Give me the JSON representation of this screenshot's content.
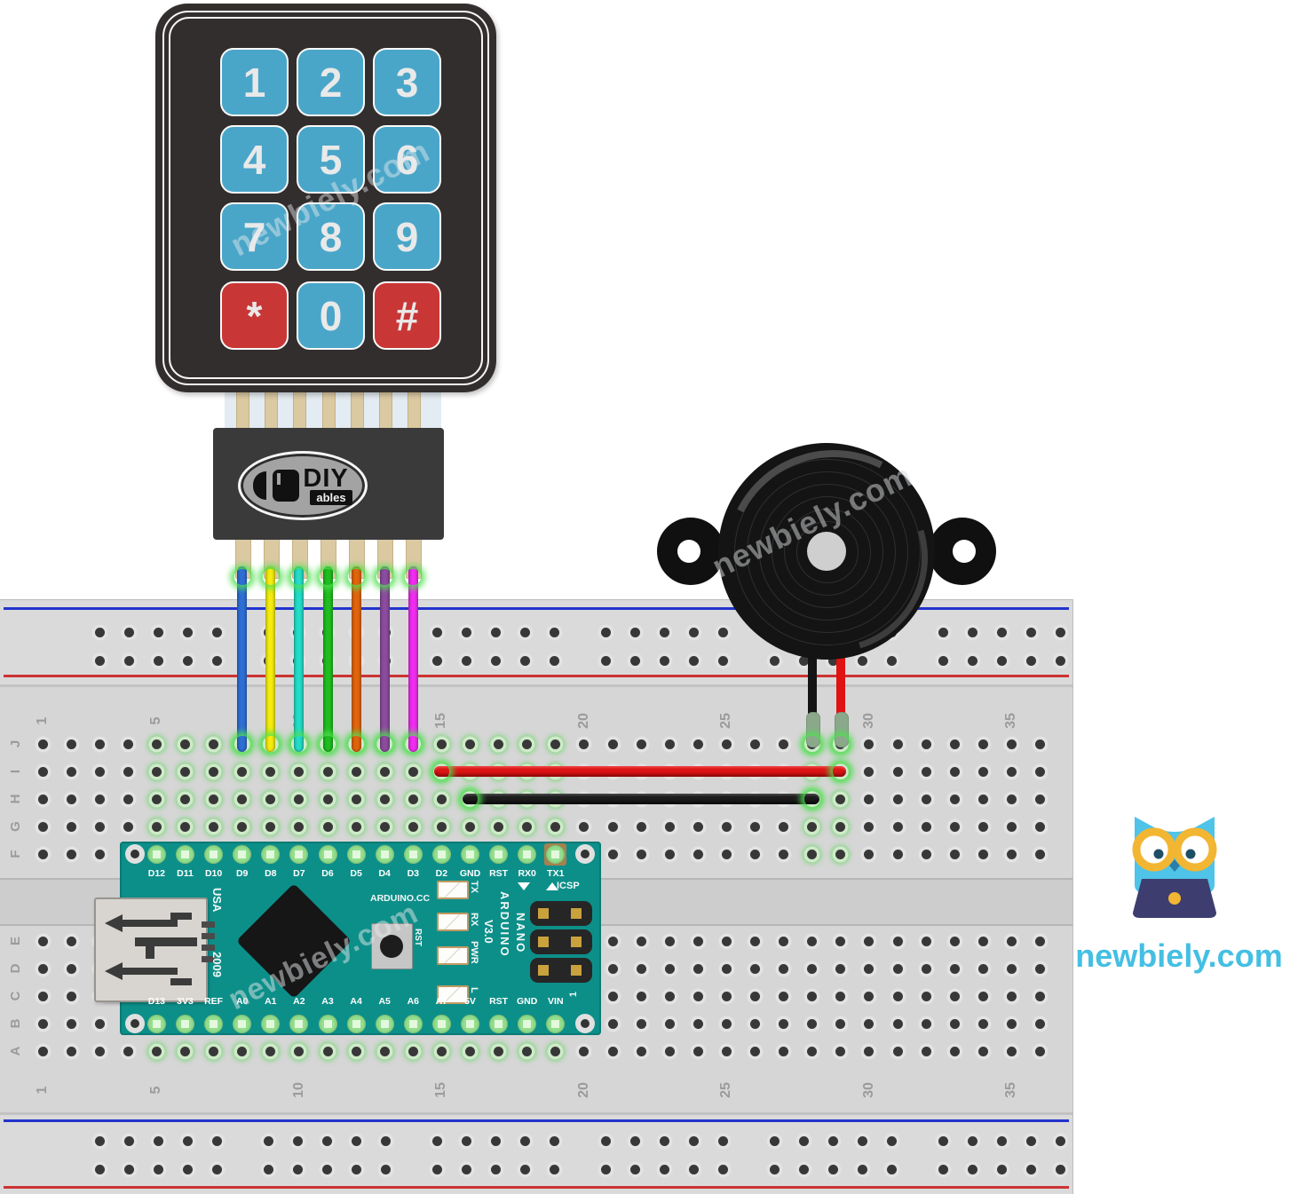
{
  "watermark_text": "newbiely.com",
  "logo": {
    "site": "newbiely.com"
  },
  "keypad": {
    "keys": [
      "1",
      "2",
      "3",
      "4",
      "5",
      "6",
      "7",
      "8",
      "9",
      "*",
      "0",
      "#"
    ],
    "special_keys": [
      "*",
      "#"
    ]
  },
  "connector": {
    "brand_main": "DIY",
    "brand_sub": "ables"
  },
  "breadboard": {
    "top_row_letters": [
      "J",
      "I",
      "H",
      "G",
      "F"
    ],
    "bottom_row_letters": [
      "E",
      "D",
      "C",
      "B",
      "A"
    ],
    "column_numbers": [
      "1",
      "5",
      "10",
      "15",
      "20",
      "25",
      "30",
      "35"
    ]
  },
  "arduino_nano": {
    "top_pin_labels": [
      "D12",
      "D11",
      "D10",
      "D9",
      "D8",
      "D7",
      "D6",
      "D5",
      "D4",
      "D3",
      "D2",
      "GND",
      "RST",
      "RX0",
      "TX1"
    ],
    "bottom_pin_labels": [
      "D13",
      "3V3",
      "REF",
      "A0",
      "A1",
      "A2",
      "A3",
      "A4",
      "A5",
      "A6",
      "A7",
      "5V",
      "RST",
      "GND",
      "VIN"
    ],
    "silkscreen": {
      "usa": "USA",
      "year": "2009",
      "maker": "ARDUINO.CC",
      "reset": "RST",
      "brand_lines": [
        "V3.0",
        "ARDUINO",
        "NANO"
      ],
      "led_labels": [
        "TX",
        "RX",
        "PWR",
        "L"
      ],
      "icsp": "ICSP",
      "icsp_pin1": "1"
    }
  },
  "wires": {
    "keypad_wire_colors": [
      "#2e6fd6",
      "#f5ec0e",
      "#24dcc8",
      "#1fbe1f",
      "#e2650c",
      "#8d4d9f",
      "#f02cf0"
    ],
    "power_wire_red": "#dd1414",
    "power_wire_black": "#1c1c1c",
    "buzzer_lead_red": "#e01212",
    "buzzer_lead_black": "#141414"
  },
  "colors": {
    "keypad_key_blue": "#4aa6c9",
    "keypad_key_red": "#c93636",
    "nano_board_teal": "#0d8f89",
    "rail_blue": "#2233cc",
    "rail_red": "#cc3333",
    "brand_blue": "#45bfe3"
  }
}
